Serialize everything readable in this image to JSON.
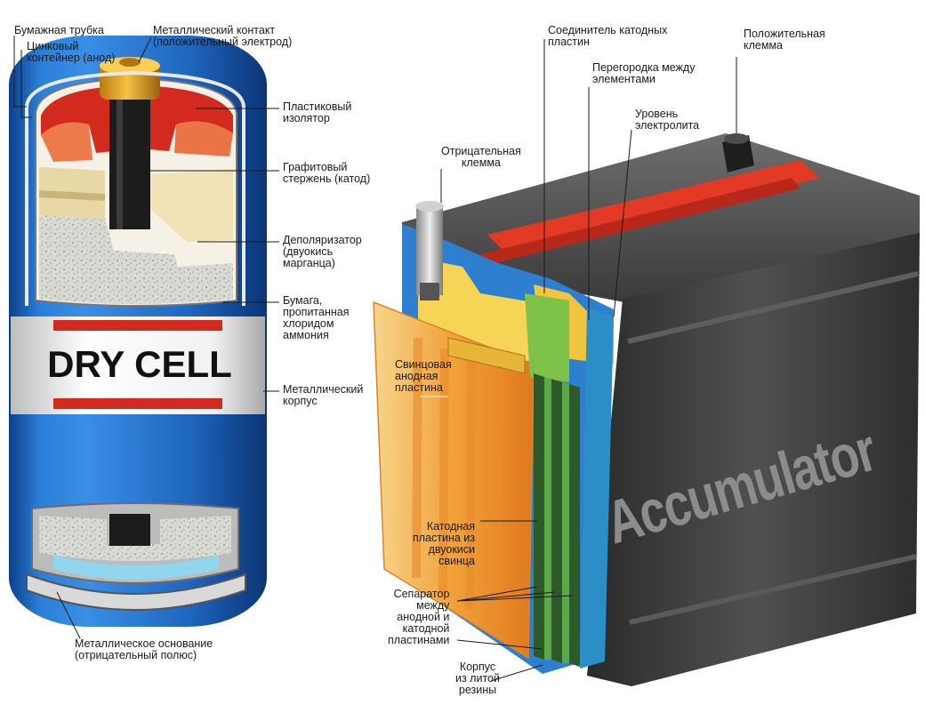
{
  "dry_cell": {
    "label_paper_tube": "Бумажная трубка",
    "label_zinc_container": "Цинковый\nконтейнер (анод)",
    "label_metal_contact": "Металлический контакт\n(положительный электрод)",
    "label_plastic_insulator": "Пластиковый\nизолятор",
    "label_graphite_rod": "Графитовый\nстержень (катод)",
    "label_depolarizer": "Деполяризатор\n(двуокись\nмарганца)",
    "label_paper_ammonium": "Бумага,\nпропитанная\nхлоридом\nаммония",
    "label_metal_case": "Металлический\nкорпус",
    "label_metal_base": "Металлическое основание\n(отрицательный полюс)",
    "brand_text": "DRY CELL"
  },
  "accumulator": {
    "label_cathode_connector": "Соединитель катодных\nпластин",
    "label_positive_terminal": "Положительная\nклемма",
    "label_cell_partition": "Перегородка между\nэлементами",
    "label_electrolyte_level": "Уровень\nэлектролита",
    "label_negative_terminal": "Отрицательная\nклемма",
    "label_lead_anode_plate": "Свинцовая\nанодная\nпластина",
    "label_cathode_plate": "Катодная\nпластина из\nдвуокиси\nсвинца",
    "label_separator": "Сепаратор\nмежду\nанодной и\nкатодной\nпластинами",
    "label_rubber_case": "Корпус\nиз литой\nрезины",
    "brand_text": "Accumulator"
  },
  "colors": {
    "dry_cell_blue": "#1f6fc4",
    "insulator_red": "#d22a1e",
    "graphite_black": "#1c1c1c",
    "contact_gold": "#e3a524",
    "battery_gray": "#3c3c3c",
    "lead_plate_orange": "#f2a33a",
    "separator_green": "#3e9a4a",
    "top_red_stripe": "#e23a24"
  }
}
